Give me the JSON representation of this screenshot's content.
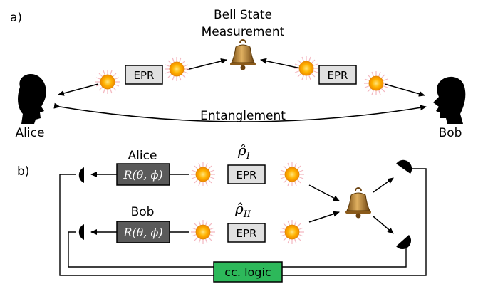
{
  "panel_a": {
    "label": "a)",
    "bsm_label_line1": "Bell State",
    "bsm_label_line2": "Measurement",
    "epr_left": "EPR",
    "epr_right": "EPR",
    "alice": "Alice",
    "bob": "Bob",
    "entanglement": "Entanglement"
  },
  "panel_b": {
    "label": "b)",
    "alice": "Alice",
    "bob": "Bob",
    "rotation_top": "R(θ, ϕ)",
    "rotation_bottom": "R(θ, ϕ)",
    "rho_top": "ρ̂",
    "rho_top_sub": "I",
    "rho_bottom": "ρ̂",
    "rho_bottom_sub": "II",
    "epr_top": "EPR",
    "epr_bottom": "EPR",
    "logic": "cc. logic"
  },
  "colors": {
    "logic_box": "#2db85a",
    "rotation_box": "#5a5a5a",
    "epr_box": "#e0e0e0",
    "sun_core": "#f5a000",
    "bell": "#b07a2a"
  },
  "icons": [
    "alice-silhouette-icon",
    "bob-silhouette-icon",
    "bell-icon",
    "sun-icon",
    "detector-icon"
  ]
}
